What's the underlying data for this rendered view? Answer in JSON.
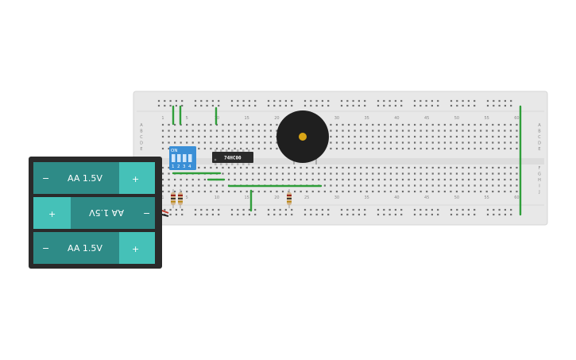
{
  "breadboard": {
    "column_numbers": [
      "1",
      "5",
      "10",
      "15",
      "20",
      "25",
      "30",
      "35",
      "40",
      "45",
      "50",
      "55",
      "60"
    ],
    "row_letters_top": [
      "A",
      "B",
      "C",
      "D",
      "E"
    ],
    "row_letters_bottom": [
      "F",
      "G",
      "H",
      "I",
      "J"
    ],
    "wire_color": "#2f9e3a",
    "body_color": "#e8e8e8"
  },
  "dip_switch": {
    "on_label": "ON",
    "position_labels": [
      "1",
      "2",
      "3",
      "4"
    ],
    "color": "#3a8fd6"
  },
  "ic": {
    "label": "74HC00",
    "color": "#2b2b2b"
  },
  "battery_pack": {
    "cells": [
      {
        "label": "AA 1.5V",
        "plus": "+",
        "minus": "−"
      },
      {
        "label": "AA 1.5V",
        "plus": "+",
        "minus": "−"
      },
      {
        "label": "AA 1.5V",
        "plus": "+",
        "minus": "−"
      }
    ],
    "cell_color": "#2e8b87",
    "terminal_color": "#45c1b8"
  },
  "buzzer": {
    "icon": "buzzer-icon"
  },
  "resistors": {
    "count": 3
  }
}
